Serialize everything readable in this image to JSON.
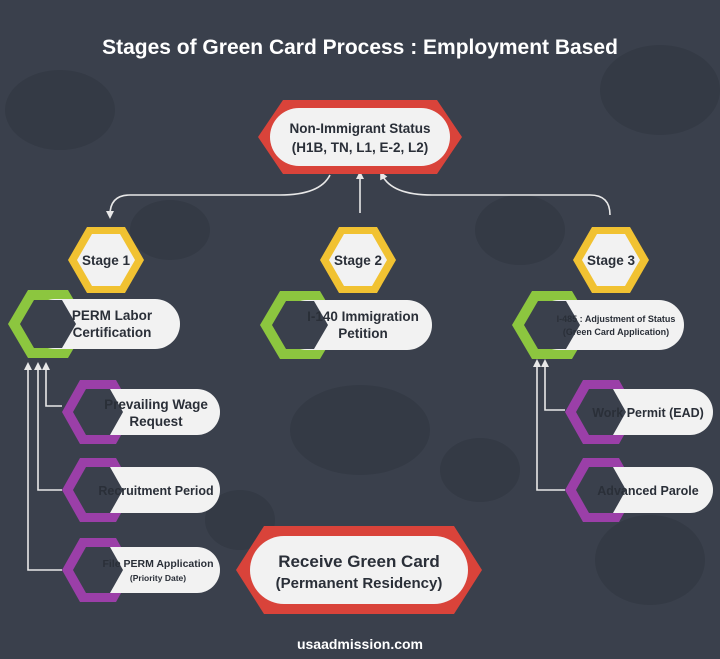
{
  "title": "Stages of Green Card Process : Employment Based",
  "footer": "usaadmission.com",
  "colors": {
    "background": "#3a404c",
    "red": "#d9433a",
    "yellow": "#f1c232",
    "green": "#8cc63f",
    "purple": "#9b3fa8",
    "pill": "#f2f2f2"
  },
  "nodes": {
    "root": {
      "line1": "Non-Immigrant Status",
      "line2": "(H1B, TN, L1, E-2, L2)"
    },
    "stage1": {
      "label": "Stage 1"
    },
    "stage2": {
      "label": "Stage 2"
    },
    "stage3": {
      "label": "Stage 3"
    },
    "perm": {
      "line1": "PERM Labor",
      "line2": "Certification"
    },
    "i140": {
      "line1": "I-140 Immigration",
      "line2": "Petition"
    },
    "i485": {
      "line1": "I-485 : Adjustment of Status",
      "line2": "(Green Card Application)"
    },
    "prevailing": {
      "line1": "Prevailing Wage",
      "line2": "Request"
    },
    "recruitment": {
      "line1": "Recruitment Period"
    },
    "file_perm": {
      "line1": "File PERM Application",
      "line2": "(Priority Date)"
    },
    "work_permit": {
      "line1": "Work Permit (EAD)"
    },
    "parole": {
      "line1": "Advanced Parole"
    },
    "green_card": {
      "line1": "Receive Green Card",
      "line2": "(Permanent Residency)"
    }
  }
}
